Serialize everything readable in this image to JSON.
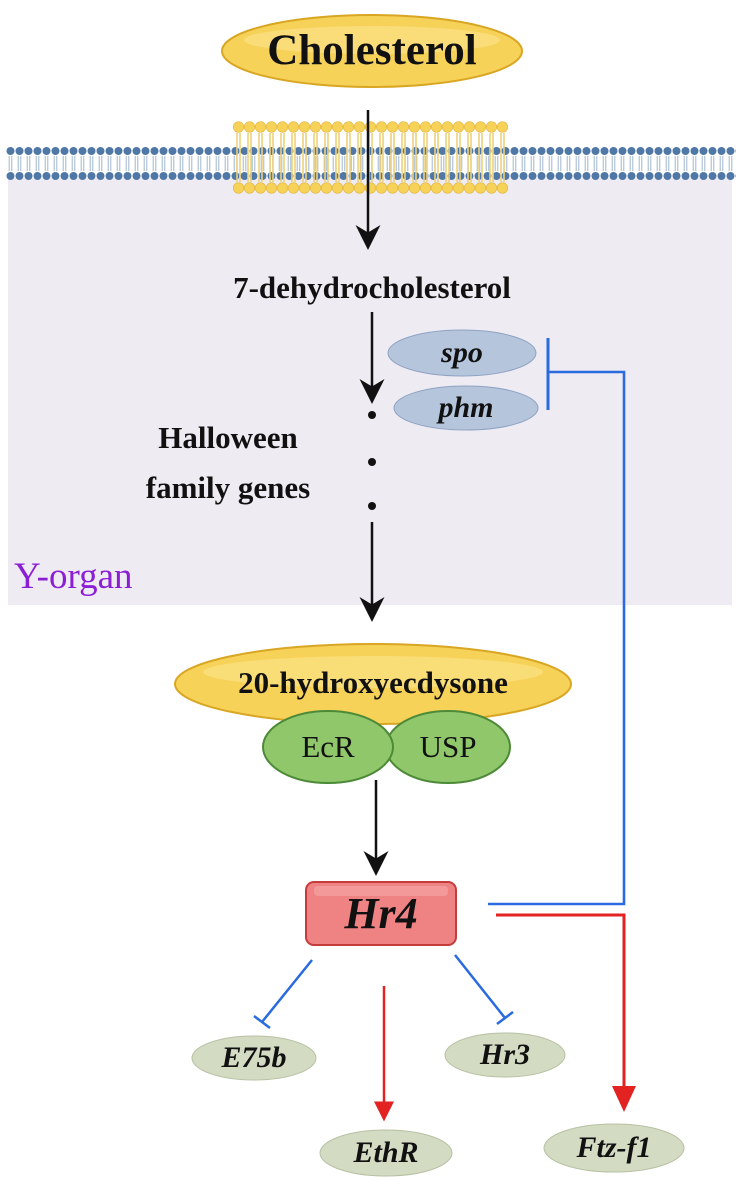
{
  "nodes": {
    "cholesterol": "Cholesterol",
    "dehydrocholesterol": "7-dehydrocholesterol",
    "halloween_line1": "Halloween",
    "halloween_line2": "family genes",
    "region_label": "Y-organ",
    "spo": "spo",
    "phm": "phm",
    "hydroxyecdysone": "20-hydroxyecdysone",
    "ecr": "EcR",
    "usp": "USP",
    "hr4": "Hr4",
    "e75b": "E75b",
    "hr3": "Hr3",
    "ethr": "EthR",
    "ftz_f1": "Ftz-f1"
  },
  "colors": {
    "region_fill": "#efebf3",
    "region_label": "#8b1fd6",
    "membrane_bead": "#4f78a6",
    "cholesterol_fill": "#f7d259",
    "cholesterol_stroke": "#d9a623",
    "gene_oval_fill": "#b5c5dc",
    "receptor_fill": "#90c76b",
    "receptor_stroke": "#4d8a38",
    "hr4_fill": "#ef8383",
    "hr4_stroke": "#c43c3c",
    "target_fill": "#d3dbc2",
    "inhibit_line": "#2a6be0",
    "activate_line": "#e32222",
    "arrow_black": "#111111"
  }
}
